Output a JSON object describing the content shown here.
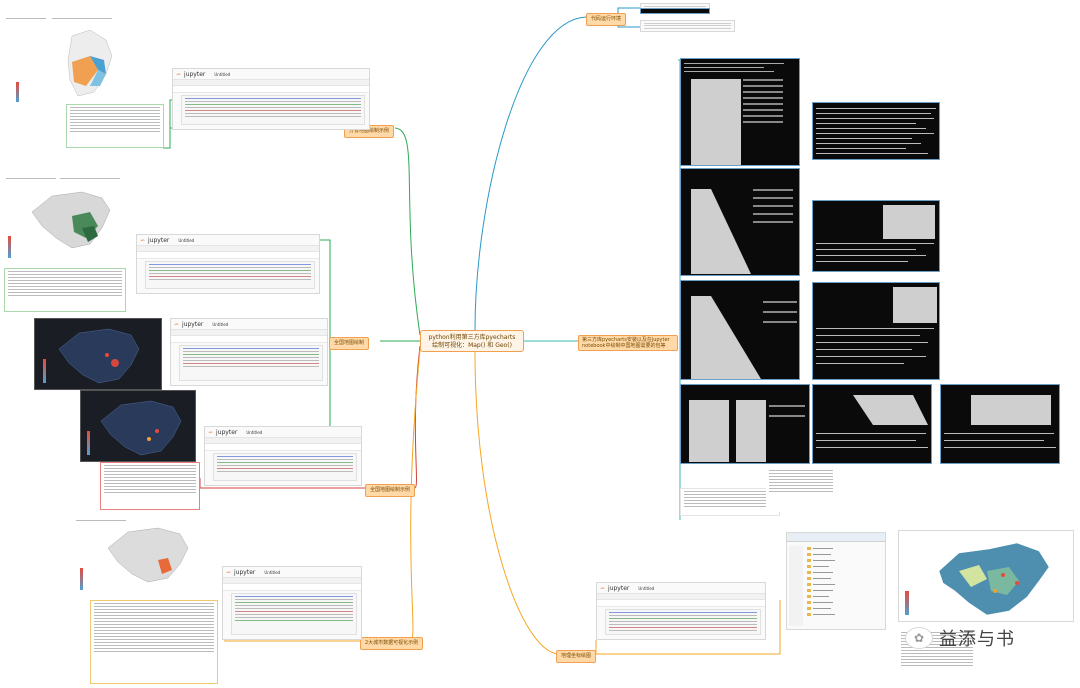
{
  "root": {
    "title": "python利用第三方库pyecharts绘制可视化：Map() 和 Geo()"
  },
  "branches": [
    {
      "id": "b1",
      "label": "代码运行环境"
    },
    {
      "id": "b2",
      "label": "第三方库pyecharts安装以及在jupyter notebook中绘制中国地图需要的包等"
    },
    {
      "id": "b3",
      "label": "分省地图绘制示例"
    },
    {
      "id": "b4",
      "label": "全国地图绘制"
    },
    {
      "id": "b5",
      "label": "全国地图绘制示例"
    },
    {
      "id": "b6",
      "label": "2大城市数据可视化示例"
    },
    {
      "id": "b7",
      "label": "地理坐标绘图"
    }
  ],
  "jupyter": {
    "logo": "jupyter",
    "title": "Untitled"
  },
  "watermark": {
    "text": "益添与书"
  },
  "colors": {
    "edge_orange": "#f5a623",
    "edge_green": "#2eaa55",
    "edge_blue": "#2a98c8",
    "edge_teal": "#3fb8b0",
    "node_fill": "#ffd9a8",
    "node_border": "#f0a050"
  }
}
